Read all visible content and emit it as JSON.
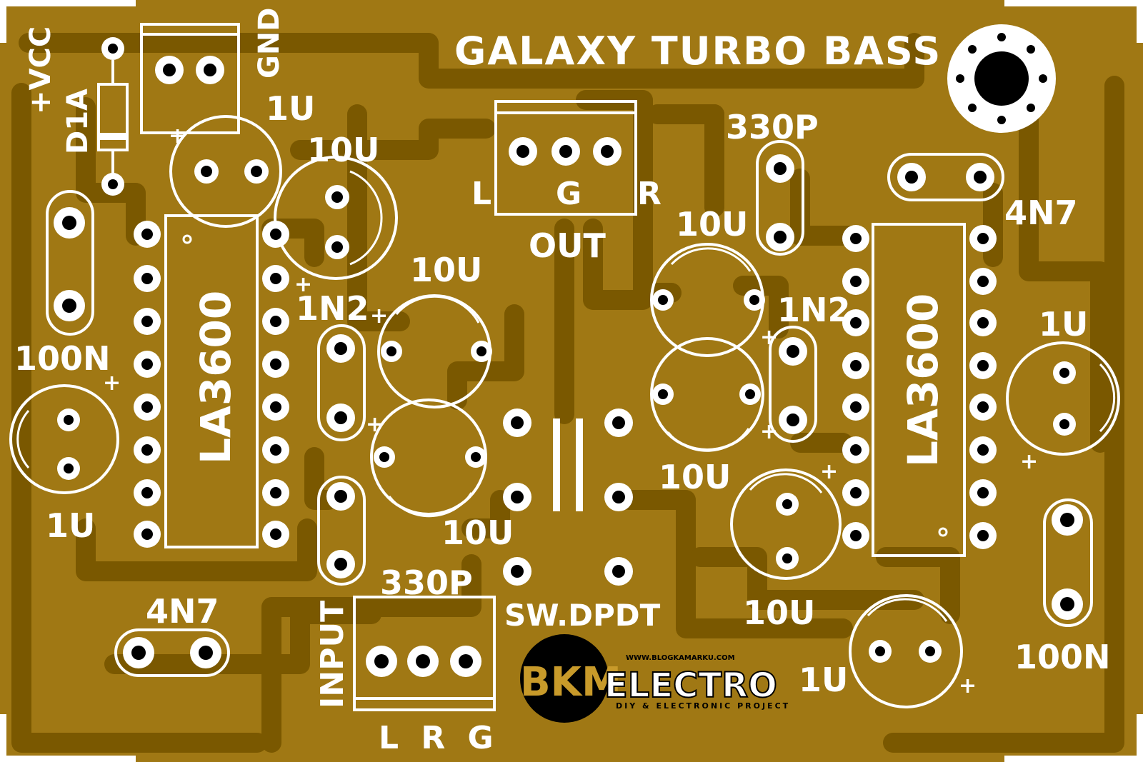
{
  "board": {
    "title": "GALAXY TURBO BASS",
    "colors": {
      "substrate": "#a07814",
      "copper": "#7a5800",
      "silkscreen": "#ffffff",
      "drill": "#000000"
    }
  },
  "labels": {
    "vcc": "+VCC",
    "diode": "D1A",
    "gnd": "GND",
    "c_1u_top": "1U",
    "c_10u_top_left": "10U",
    "ic_left": "LA3600",
    "ic_right": "LA3600",
    "c_100n_left": "100N",
    "c_1u_left": "1U",
    "c_1n2_left": "1N2",
    "c_10u_mid_top": "10U",
    "c_10u_mid_bottom": "10U",
    "c_4n7_left": "4N7",
    "c_330p_bottom": "330P",
    "input": "INPUT",
    "input_pins": "L R G",
    "switch": "SW.DPDT",
    "out": "OUT",
    "out_l": "L",
    "out_g": "G",
    "out_r": "R",
    "c_330p_top": "330P",
    "c_4n7_right": "4N7",
    "c_10u_right_top": "10U",
    "c_1n2_right": "1N2",
    "c_10u_right_mid": "10U",
    "c_10u_right_bottom": "10U",
    "c_1u_right": "1U",
    "c_1u_bottom_right": "1U",
    "c_100n_right": "100N"
  },
  "logo": {
    "url": "WWW.BLOGKAMARKU.COM",
    "mark": "BKM",
    "brand": "ELECTRO",
    "tagline": "DIY & ELECTRONIC PROJECT"
  }
}
